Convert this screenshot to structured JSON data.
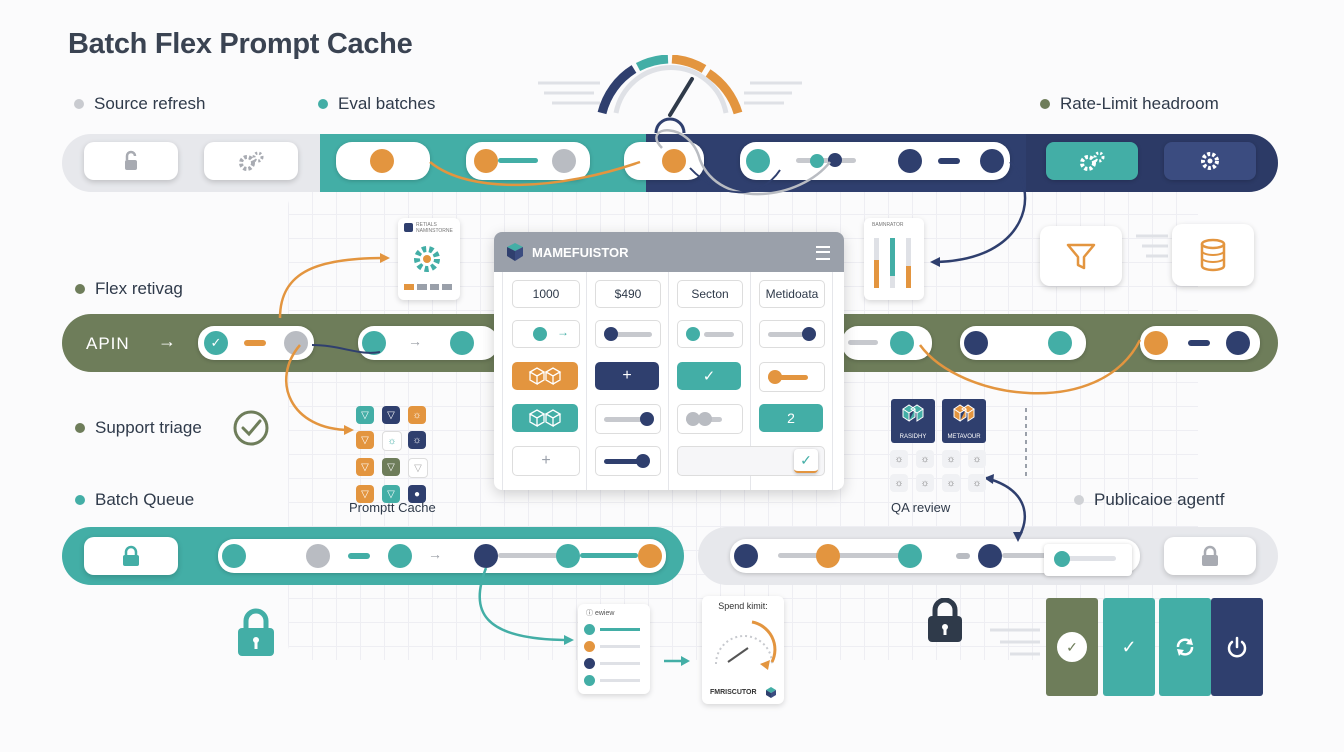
{
  "title": "Batch Flex Prompt Cache",
  "legend": {
    "source_refresh": "Source refresh",
    "eval_batches": "Eval batches",
    "rate_limit": "Rate-Limit headroom",
    "flex_retivag": "Flex retivag",
    "support_triage": "Support triage",
    "batch_queue": "Batch Queue",
    "publicaioe": "Publicaioe agentf"
  },
  "band2_label": "APIN",
  "band2_arrow": "→",
  "panel": {
    "title": "MAMEFUISTOR",
    "headers": [
      "1000",
      "$490",
      "Secton",
      "Metidoata"
    ],
    "number_cell": "2",
    "plus_symbol": "+",
    "check_symbol": "✓",
    "arrow_symbol": "→"
  },
  "prompt_cache_label": "Promptt Cache",
  "qa_review": {
    "label": "QA review",
    "card1": "RASIDHY",
    "card2": "METAVOUR"
  },
  "top_mini_card": {
    "line1": "RETIALS",
    "line2": "NAMINSTORNE"
  },
  "bars_card_title": "BAMNRATOR",
  "review_card_title": "ewiew",
  "spend_card": {
    "title": "Spend kimit:",
    "footer": "FMRISCUTOR"
  },
  "colors": {
    "teal": "#43aea6",
    "navy": "#2f3f6e",
    "olive": "#6e7d5a",
    "orange": "#e3953f",
    "grey": "#e7e8ec"
  },
  "icons": [
    "lock-icon",
    "gear-icon",
    "gauge-icon",
    "funnel-icon",
    "database-icon",
    "check-icon",
    "power-icon",
    "cube-icon",
    "menu-icon",
    "plus-icon"
  ]
}
